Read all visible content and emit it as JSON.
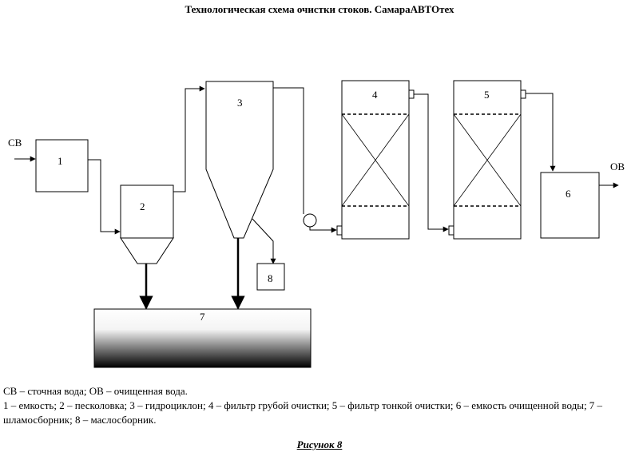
{
  "title": "Технологическая схема очистки стоков. СамараАВТОтех",
  "labels": {
    "inlet": "СВ",
    "outlet": "ОВ",
    "n1": "1",
    "n2": "2",
    "n3": "3",
    "n4": "4",
    "n5": "5",
    "n6": "6",
    "n7": "7",
    "n8": "8"
  },
  "legend": {
    "line1": "СВ – сточная вода; ОВ – очищенная вода.",
    "line2": "1 – емкость; 2 – песколовка; 3 – гидроциклон; 4 – фильтр грубой очистки; 5 – фильтр тонкой очистки; 6 – емкость очищенной воды; 7 – шламосборник; 8 – маслосборник."
  },
  "caption": "Рисунок 8"
}
